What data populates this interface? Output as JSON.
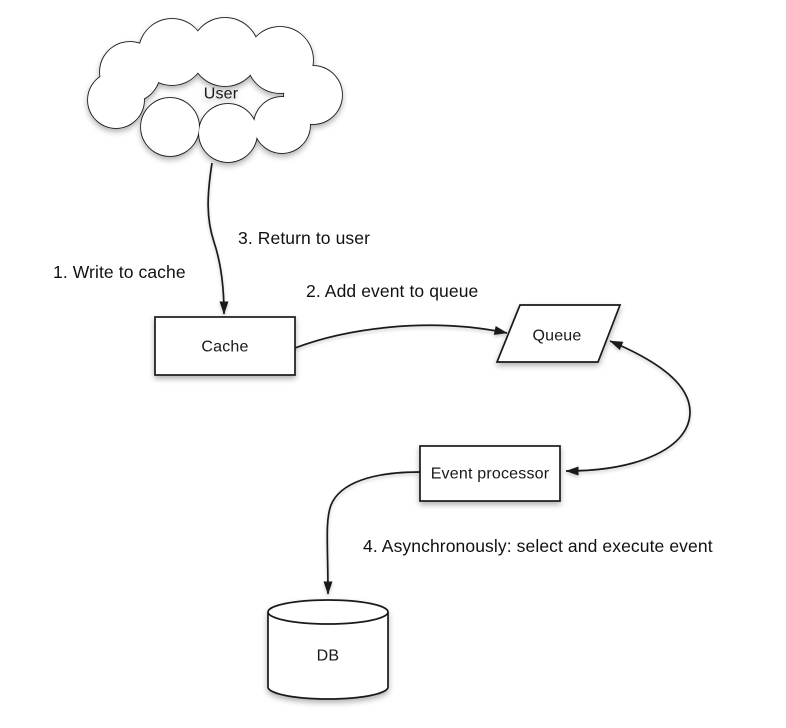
{
  "diagram": {
    "type": "flow-diagram",
    "background_color": "#ffffff",
    "stroke_color": "#1a1a1a",
    "text_color": "#111111",
    "nodes": {
      "user": {
        "label": "User",
        "shape": "cloud"
      },
      "cache": {
        "label": "Cache",
        "shape": "rectangle"
      },
      "queue": {
        "label": "Queue",
        "shape": "parallelogram"
      },
      "event_processor": {
        "label": "Event processor",
        "shape": "rectangle"
      },
      "db": {
        "label": "DB",
        "shape": "cylinder"
      }
    },
    "edges": [
      {
        "from": "user",
        "to": "cache",
        "arrow": "single"
      },
      {
        "from": "cache",
        "to": "queue",
        "arrow": "single"
      },
      {
        "from": "queue",
        "to": "event_processor",
        "arrow": "double"
      },
      {
        "from": "event_processor",
        "to": "db",
        "arrow": "single"
      }
    ],
    "step_labels": {
      "step1": "1. Write to cache",
      "step2": "2. Add event to queue",
      "step3": "3. Return to user",
      "step4": "4. Asynchronously: select and execute event"
    }
  }
}
